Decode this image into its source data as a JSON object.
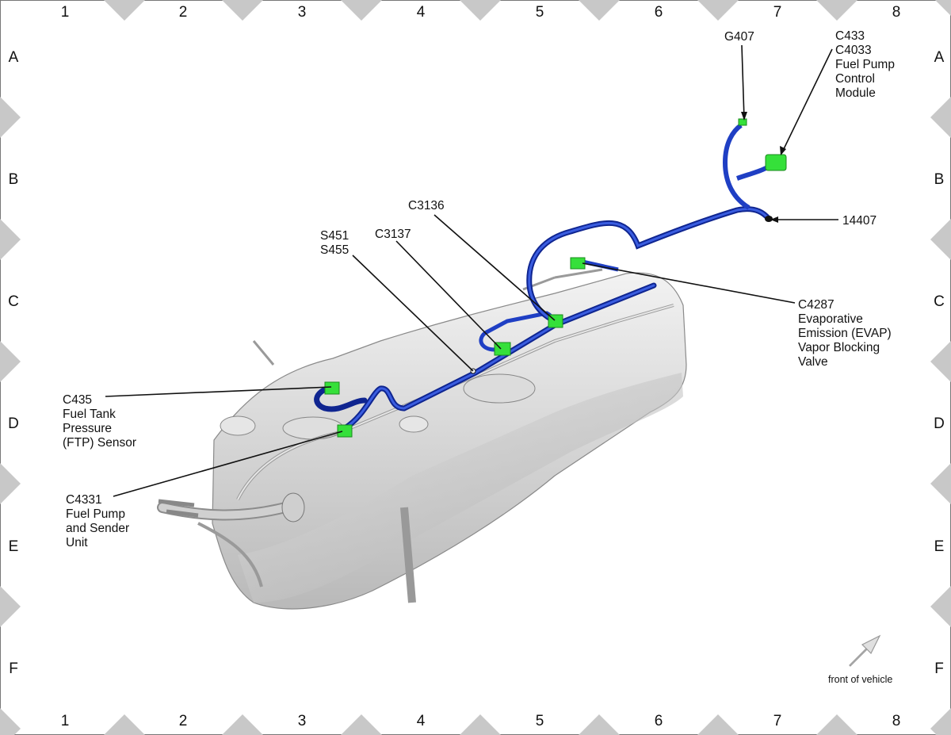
{
  "grid": {
    "columns": [
      "1",
      "2",
      "3",
      "4",
      "5",
      "6",
      "7",
      "8"
    ],
    "rows": [
      "A",
      "B",
      "C",
      "D",
      "E",
      "F"
    ]
  },
  "callouts": [
    {
      "id": "g407",
      "lines": [
        "G407"
      ]
    },
    {
      "id": "c433",
      "lines": [
        "C433",
        "C4033",
        "Fuel Pump",
        "Control",
        "Module"
      ]
    },
    {
      "id": "14407",
      "lines": [
        "14407"
      ]
    },
    {
      "id": "c3136",
      "lines": [
        "C3136"
      ]
    },
    {
      "id": "c3137",
      "lines": [
        "C3137"
      ]
    },
    {
      "id": "s451",
      "lines": [
        "S451",
        "S455"
      ]
    },
    {
      "id": "c4287",
      "lines": [
        "C4287",
        "Evaporative",
        "Emission (EVAP)",
        "Vapor Blocking",
        "Valve"
      ]
    },
    {
      "id": "c435",
      "lines": [
        "C435",
        "Fuel Tank",
        "Pressure",
        "(FTP) Sensor"
      ]
    },
    {
      "id": "c4331",
      "lines": [
        "C4331",
        "Fuel Pump",
        "and Sender",
        "Unit"
      ]
    }
  ],
  "orientation": {
    "label": "front of vehicle"
  },
  "colors": {
    "harness": "#1f3fc4",
    "harness_dark": "#0f2590",
    "connector": "#35e03a",
    "tank": "#d9d9d9",
    "marker": "#c8c8c8"
  }
}
